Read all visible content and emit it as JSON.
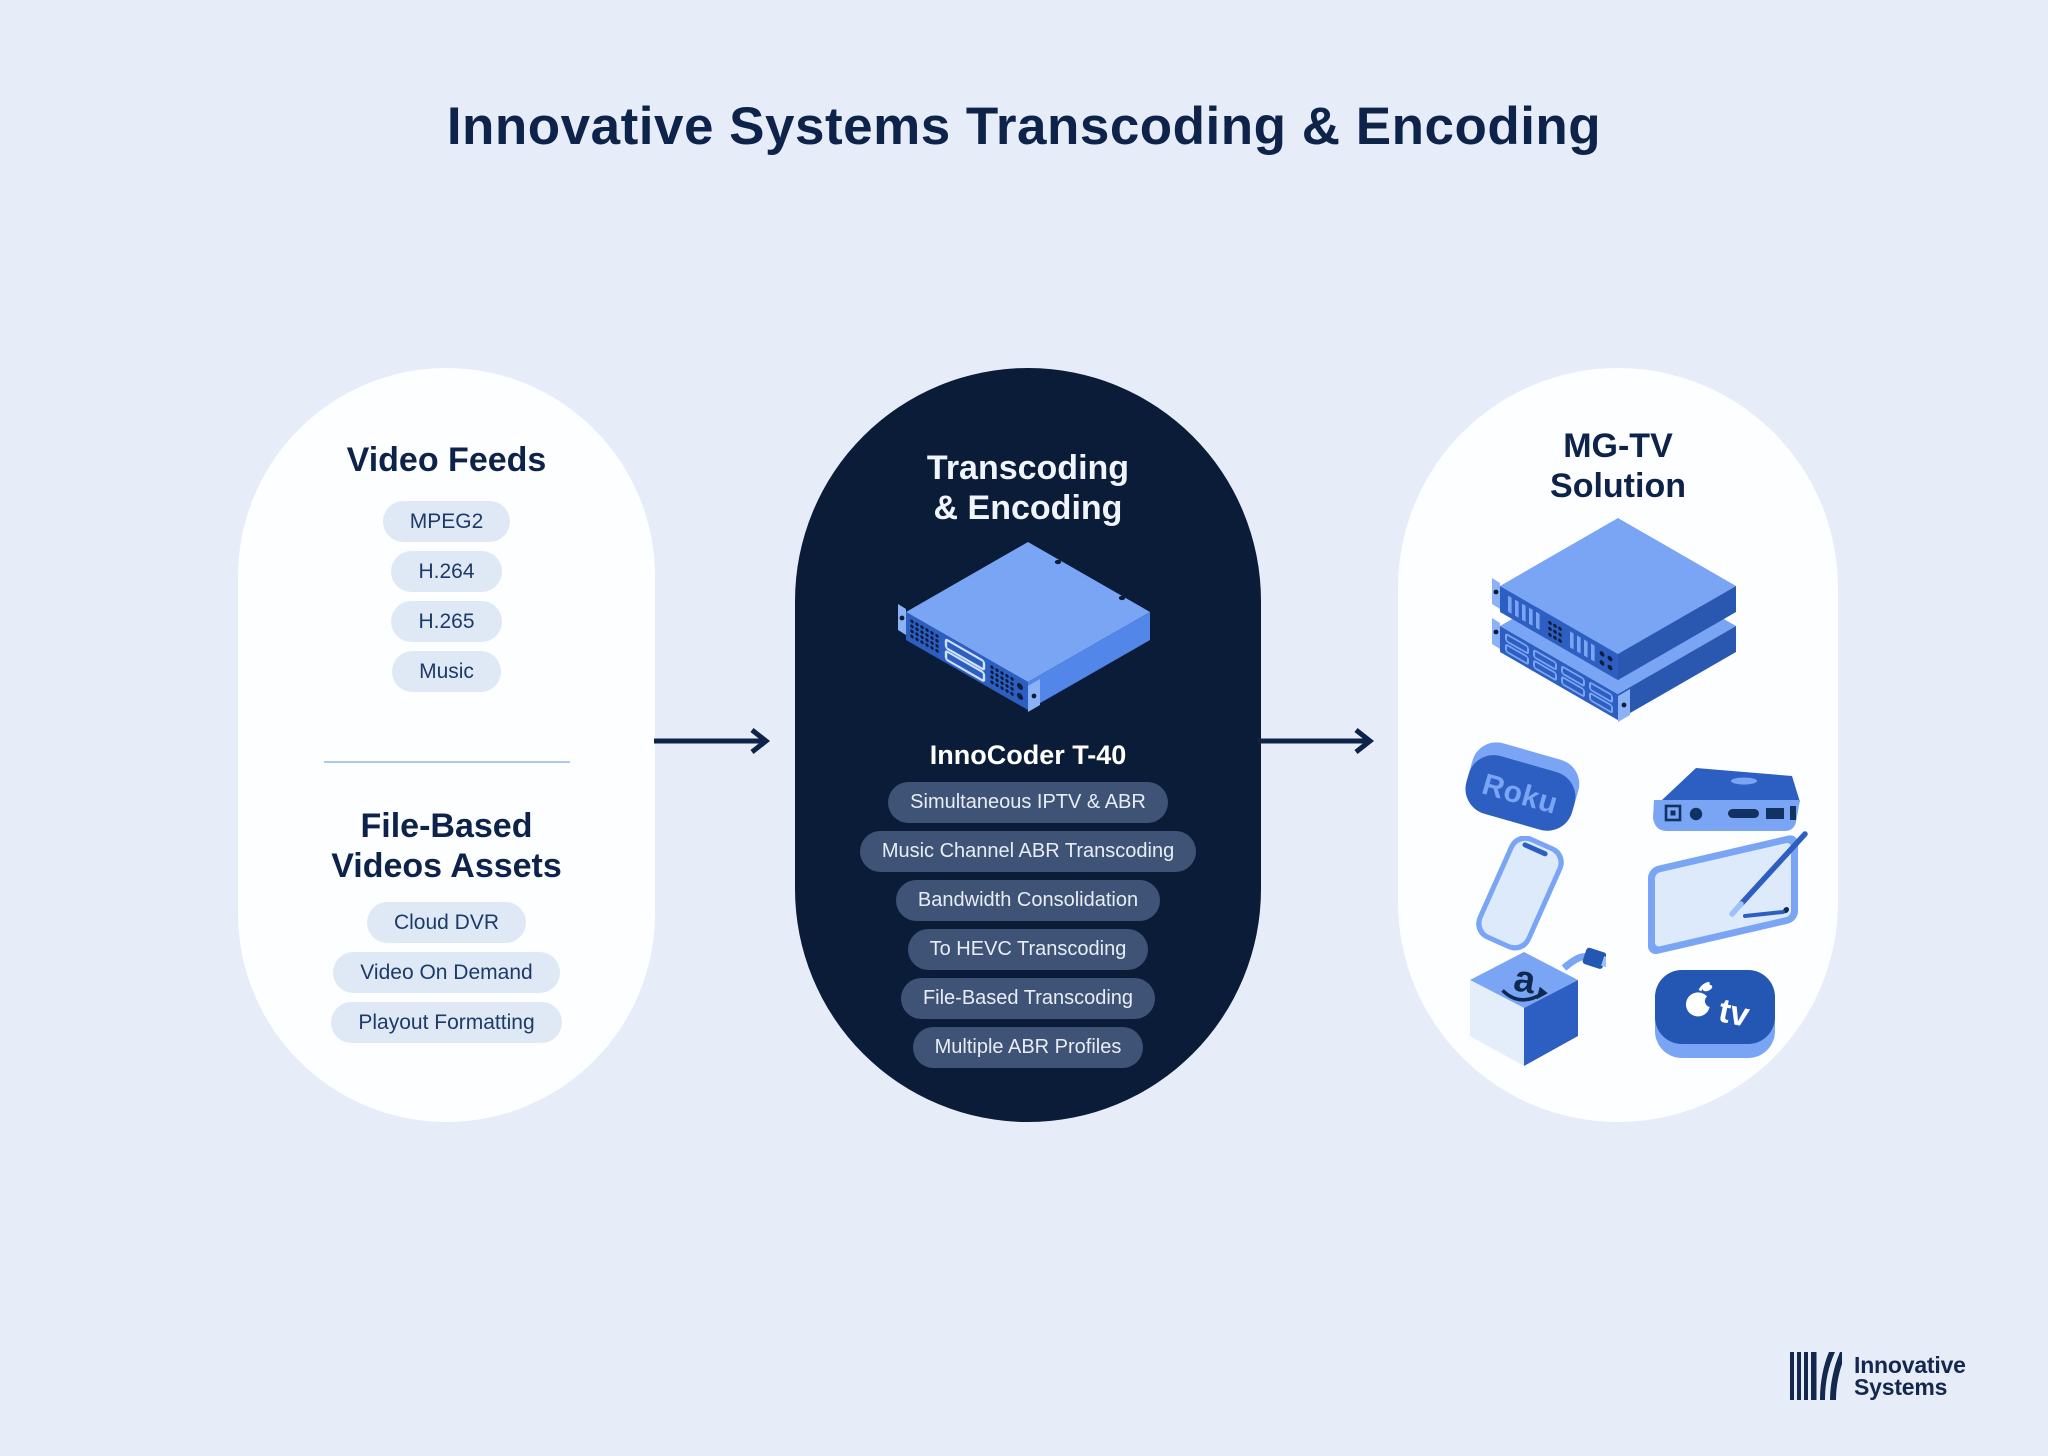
{
  "title": "Innovative Systems Transcoding & Encoding",
  "left_card": {
    "heading_feeds": "Video Feeds",
    "feeds": [
      "MPEG2",
      "H.264",
      "H.265",
      "Music"
    ],
    "heading_assets": "File-Based\nVideos Assets",
    "assets": [
      "Cloud DVR",
      "Video On Demand",
      "Playout Formatting"
    ]
  },
  "middle_card": {
    "heading": "Transcoding\n& Encoding",
    "device_label": "InnoCoder T-40",
    "features": [
      "Simultaneous IPTV & ABR",
      "Music Channel ABR Transcoding",
      "Bandwidth Consolidation",
      "To HEVC Transcoding",
      "File-Based Transcoding",
      "Multiple ABR Profiles"
    ]
  },
  "right_card": {
    "heading": "MG-TV\nSolution",
    "roku_label": "Roku",
    "amazon_label": "a",
    "appletv_label": "tv"
  },
  "branding": {
    "line1": "Innovative",
    "line2": "Systems"
  },
  "colors": {
    "background": "#e6edf8",
    "navy_text": "#0e2349",
    "dark_card": "#0a1c38",
    "pill_light": "#dfe9f6",
    "pill_dark": "#3e5375",
    "illustration_light_blue": "#79a5f4",
    "illustration_mid_blue": "#2d5fc2",
    "illustration_deep_blue": "#2a57b0",
    "illustration_pale": "#ddeafb"
  }
}
